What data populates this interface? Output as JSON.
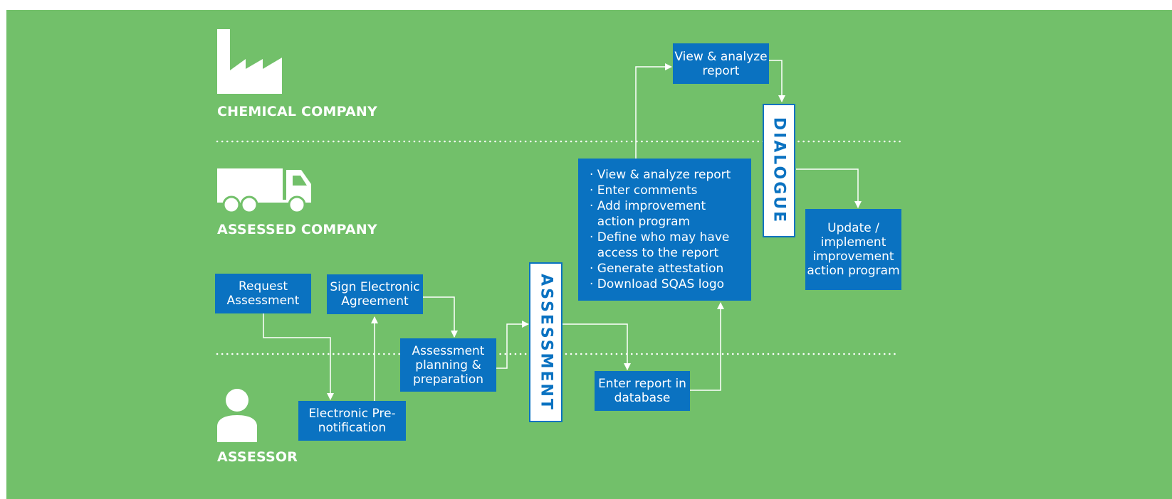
{
  "lanes": {
    "chemical": "CHEMICAL COMPANY",
    "assessed": "ASSESSED COMPANY",
    "assessor": "ASSESSOR"
  },
  "nodes": {
    "view_report": [
      "View &",
      "analyze report"
    ],
    "dialogue": "DIALOGUE",
    "update_program": [
      "Update /",
      "implement",
      "improvement",
      "action",
      "program"
    ],
    "request_assessment": [
      "Request",
      "Assessment"
    ],
    "sign_agreement": [
      "Sign Electronic",
      "Agreement"
    ],
    "assessment_planning": [
      "Assessment",
      "planning &",
      "preparation"
    ],
    "assessment": "ASSESSMENT",
    "enter_report": [
      "Enter report",
      "in database"
    ],
    "electronic_prenotification": [
      "Electronic",
      "Pre-notification"
    ],
    "actions_list": [
      "· View & analyze report",
      "· Enter comments",
      "· Add improvement",
      "  action program",
      "· Define who may have",
      "  access to the report",
      "· Generate attestation",
      "· Download SQAS logo"
    ]
  },
  "colors": {
    "background": "#72c06a",
    "box": "#0a72c1",
    "text": "#ffffff"
  },
  "icons": [
    "factory-icon",
    "truck-icon",
    "person-icon"
  ]
}
